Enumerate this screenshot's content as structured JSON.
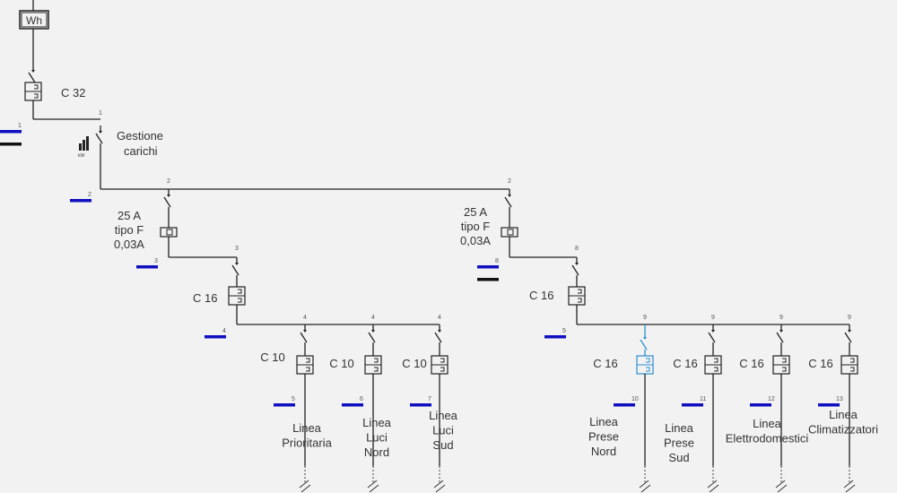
{
  "meter": {
    "label": "Wh"
  },
  "main_breaker": {
    "label": "C 32"
  },
  "load_manager": {
    "line1": "Gestione",
    "line2": "carichi",
    "icon": "load-manager-icon",
    "icon_text": "kW"
  },
  "rcds": [
    {
      "line1": "25 A",
      "line2": "tipo F",
      "line3": "0,03A"
    },
    {
      "line1": "25 A",
      "line2": "tipo F",
      "line3": "0,03A"
    }
  ],
  "group_breakers": [
    {
      "label": "C 16"
    },
    {
      "label": "C 16"
    }
  ],
  "node_labels": {
    "n1": "1",
    "n2": "2",
    "n3": "3",
    "n4": "4",
    "n8": "8",
    "n9": "9"
  },
  "markers": [
    "1",
    "2",
    "3",
    "4",
    "5",
    "6",
    "7",
    "8",
    "5",
    "10",
    "11",
    "12",
    "13"
  ],
  "circuits": [
    {
      "breaker": "C 10",
      "lines": [
        "Linea",
        "Prioritaria"
      ]
    },
    {
      "breaker": "C 10",
      "lines": [
        "Linea",
        "Luci",
        "Nord"
      ]
    },
    {
      "breaker": "C 10",
      "lines": [
        "Linea",
        "Luci",
        "Sud"
      ]
    },
    {
      "breaker": "C 16",
      "lines": [
        "Linea",
        "Prese",
        "Nord"
      ],
      "selected": true
    },
    {
      "breaker": "C 16",
      "lines": [
        "Linea",
        "Prese",
        "Sud"
      ]
    },
    {
      "breaker": "C 16",
      "lines": [
        "Linea",
        "Elettrodomestici"
      ]
    },
    {
      "breaker": "C 16",
      "lines": [
        "Linea",
        "Climatizzatori"
      ]
    }
  ],
  "colors": {
    "wire": "#222222",
    "marker": "#1010c0",
    "selected": "#2a8fd0",
    "background": "#f2f2f2"
  }
}
